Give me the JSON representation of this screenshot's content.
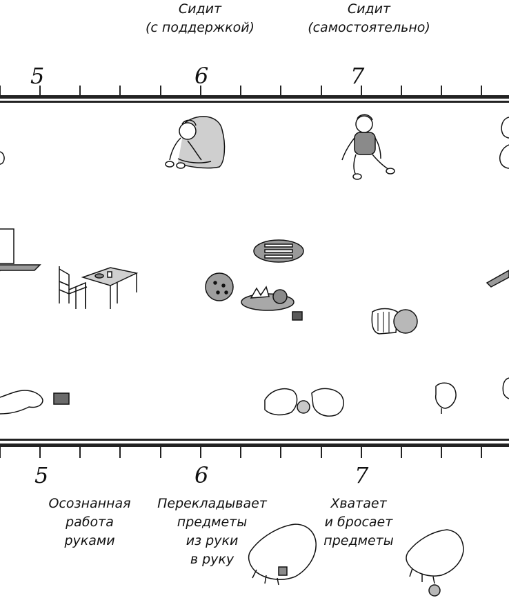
{
  "top_labels": [
    {
      "line1": "Сидит",
      "line2": "(с поддержкой)"
    },
    {
      "line1": "Сидит",
      "line2": "(самостоятельно)"
    }
  ],
  "scale_top": [
    "5",
    "6",
    "7"
  ],
  "scale_bottom": [
    "5",
    "6",
    "7"
  ],
  "bottom_labels": [
    {
      "lines": [
        "Осознанная",
        "работа",
        "руками"
      ]
    },
    {
      "lines": [
        "Перекладывает",
        "предметы",
        "из руки",
        "в руку"
      ]
    },
    {
      "lines": [
        "Хватает",
        "и бросает",
        "предметы"
      ]
    }
  ],
  "colors": {
    "ink": "#111111",
    "rail": "#222222",
    "gray": "#bdbdbd",
    "dark_gray": "#7a7a7a"
  }
}
